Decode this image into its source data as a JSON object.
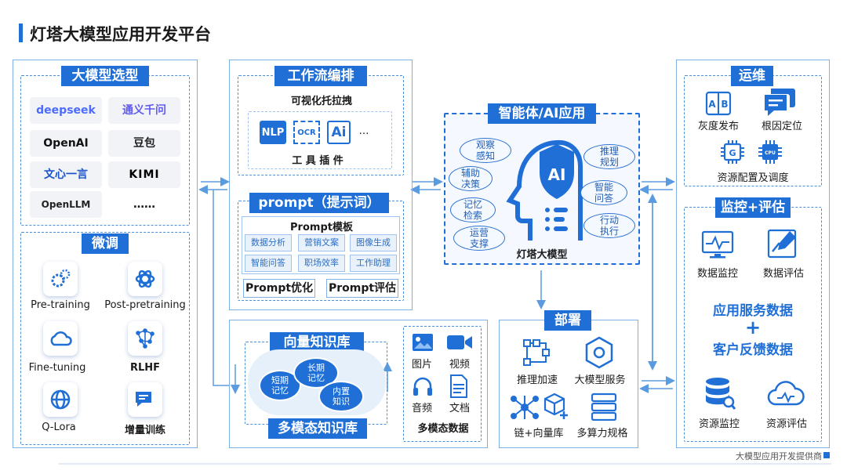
{
  "page": {
    "title": "灯塔大模型应用开发平台",
    "footer": "大模型应用开发提供商"
  },
  "model_select": {
    "header": "大模型选型",
    "logos": [
      "deepseek",
      "通义千问",
      "OpenAI",
      "豆包",
      "文心一言",
      "KIMI",
      "OpenLLM",
      "……"
    ]
  },
  "finetune": {
    "header": "微调",
    "items": [
      "Pre-training",
      "Post-pretraining",
      "Fine-tuning",
      "RLHF",
      "Q-Lora",
      "增量训练"
    ]
  },
  "workflow": {
    "header": "工作流编排",
    "subtitle": "可视化托拉拽",
    "tools": [
      "NLP",
      "OCR",
      "Ai",
      "…"
    ],
    "tools_label": "工 具 插 件"
  },
  "prompt": {
    "header": "prompt（提示词）",
    "template_title": "Prompt模板",
    "cells": [
      "数据分析",
      "营销文案",
      "图像生成",
      "智能问答",
      "职场效率",
      "工作助理"
    ],
    "optimize": "Prompt优化",
    "evaluate": "Prompt评估"
  },
  "agent": {
    "header": "智能体/AI应用",
    "bubbles": [
      "观察感知",
      "辅助决策",
      "记忆检索",
      "运营支撑",
      "推理规划",
      "智能问答",
      "行动执行"
    ],
    "model_label": "灯塔大模型"
  },
  "knowledge": {
    "vector_header": "向量知识库",
    "clouds": [
      "短期记忆",
      "长期记忆",
      "内置知识"
    ],
    "multimodal_header": "多模态知识库",
    "media": [
      "图片",
      "视频",
      "音频",
      "文档"
    ],
    "media_label": "多模态数据"
  },
  "deploy": {
    "header": "部署",
    "items": [
      "推理加速",
      "大模型服务",
      "链+向量库",
      "多算力规格"
    ]
  },
  "ops": {
    "header": "运维",
    "items": [
      "灰度发布",
      "根因定位"
    ],
    "resource": "资源配置及调度"
  },
  "monitor": {
    "header": "监控+评估",
    "items": [
      "数据监控",
      "数据评估"
    ],
    "line1": "应用服务数据",
    "plus": "+",
    "line2": "客户反馈数据",
    "bottom": [
      "资源监控",
      "资源评估"
    ]
  },
  "colors": {
    "accent": "#1f6fd6",
    "border": "#4a8fd8",
    "cell_bg": "#e9f1fb"
  }
}
